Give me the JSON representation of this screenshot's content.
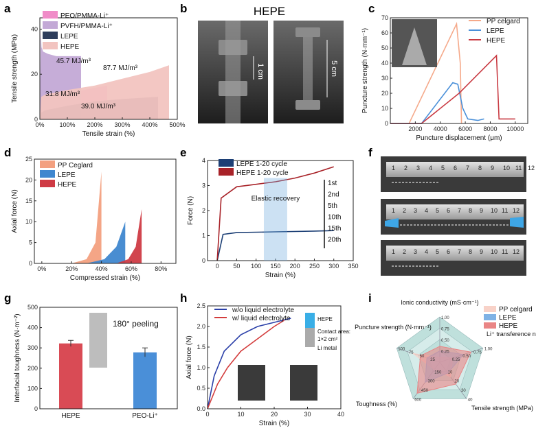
{
  "panels": {
    "a": "a",
    "b": "b",
    "c": "c",
    "d": "d",
    "e": "e",
    "f": "f",
    "g": "g",
    "h": "h",
    "i": "i"
  },
  "chart_data": [
    {
      "id": "a",
      "type": "area",
      "xlabel": "Tensile strain (%)",
      "ylabel": "Tensile strength (MPa)",
      "xlim": [
        0,
        500
      ],
      "ylim": [
        0,
        45
      ],
      "xticks": [
        "0%",
        "100%",
        "200%",
        "300%",
        "400%",
        "500%"
      ],
      "yticks": [
        "0",
        "20",
        "40"
      ],
      "series": [
        {
          "name": "PEO/PMMA-Li⁺",
          "color": "#f08cc8",
          "x": [
            0,
            5,
            15,
            60,
            120,
            200,
            245
          ],
          "y": [
            0,
            8,
            10,
            11,
            12,
            14,
            15
          ]
        },
        {
          "name": "PVFH/PMMA-Li⁺",
          "color": "#c3a9d6",
          "x": [
            0,
            3,
            6,
            12,
            30,
            60,
            100,
            150
          ],
          "y": [
            0,
            40,
            32,
            30,
            29,
            28,
            28,
            28
          ]
        },
        {
          "name": "LEPE",
          "color": "#2e3d5c",
          "x": [
            0,
            5,
            20,
            100,
            200,
            300,
            430
          ],
          "y": [
            0,
            3,
            4,
            6,
            8,
            9,
            10
          ]
        },
        {
          "name": "HEPE",
          "color": "#f2c4c0",
          "x": [
            0,
            5,
            20,
            100,
            200,
            300,
            400,
            470
          ],
          "y": [
            0,
            10,
            11,
            13,
            15,
            18,
            21,
            24
          ]
        }
      ],
      "annotations": [
        "45.7 MJ/m³",
        "87.7 MJ/m³",
        "31.8 MJ/m³",
        "39.0 MJ/m³"
      ]
    },
    {
      "id": "c",
      "type": "line",
      "xlabel": "Puncture displacement (μm)",
      "ylabel": "Puncture strength (N·mm⁻¹)",
      "xlim": [
        0,
        11000
      ],
      "ylim": [
        0,
        70
      ],
      "xticks": [
        "2000",
        "4000",
        "6000",
        "8000",
        "10000"
      ],
      "yticks": [
        "0",
        "10",
        "20",
        "30",
        "40",
        "50",
        "60",
        "70"
      ],
      "series": [
        {
          "name": "PP celgard",
          "color": "#f5a98a",
          "x": [
            0,
            1500,
            5300,
            5600,
            5700
          ],
          "y": [
            0,
            0,
            66,
            40,
            0
          ]
        },
        {
          "name": "LEPE",
          "color": "#4a90d9",
          "x": [
            0,
            2500,
            5000,
            5400,
            5800,
            6200,
            7000,
            7500
          ],
          "y": [
            0,
            0,
            27,
            26,
            10,
            3,
            2,
            3
          ]
        },
        {
          "name": "HEPE",
          "color": "#c93b43",
          "x": [
            0,
            2500,
            5500,
            8500,
            8700,
            9300,
            10000
          ],
          "y": [
            0,
            0,
            20,
            45,
            3,
            3,
            3
          ]
        }
      ]
    },
    {
      "id": "d",
      "type": "area",
      "xlabel": "Compressed strain (%)",
      "ylabel": "Axial force (N)",
      "xlim": [
        -5,
        90
      ],
      "ylim": [
        0,
        25
      ],
      "xticks": [
        "0%",
        "20%",
        "40%",
        "60%",
        "80%"
      ],
      "yticks": [
        "0",
        "5",
        "10",
        "15",
        "20",
        "25"
      ],
      "series": [
        {
          "name": "PP Ceglard",
          "color": "#f3a080",
          "x": [
            0,
            20,
            30,
            36,
            40
          ],
          "y": [
            0,
            0,
            1,
            5,
            22
          ]
        },
        {
          "name": "LEPE",
          "color": "#3f87cf",
          "x": [
            0,
            30,
            42,
            50,
            56
          ],
          "y": [
            0,
            0,
            1,
            4,
            10
          ]
        },
        {
          "name": "HEPE",
          "color": "#cf3b45",
          "x": [
            0,
            50,
            58,
            63,
            67
          ],
          "y": [
            0,
            0,
            1,
            4,
            13
          ]
        }
      ]
    },
    {
      "id": "e",
      "type": "line",
      "xlabel": "Strain (%)",
      "ylabel": "Force (N)",
      "xlim": [
        -25,
        350
      ],
      "ylim": [
        0,
        4
      ],
      "xticks": [
        "0",
        "50",
        "100",
        "150",
        "200",
        "250",
        "300",
        "350"
      ],
      "yticks": [
        "0",
        "1",
        "2",
        "3",
        "4"
      ],
      "series": [
        {
          "name": "LEPE 1-20 cycle",
          "color": "#1c3f75",
          "x": [
            0,
            15,
            50,
            150,
            250,
            300
          ],
          "y": [
            0,
            1.05,
            1.12,
            1.15,
            1.18,
            1.2
          ]
        },
        {
          "name": "HEPE 1-20 cycle",
          "color": "#a82228",
          "x": [
            0,
            10,
            50,
            100,
            150,
            200,
            250,
            300
          ],
          "y": [
            0,
            2.5,
            2.95,
            3.05,
            3.15,
            3.3,
            3.5,
            3.75
          ]
        }
      ],
      "annotations": [
        "Elastic recovery"
      ],
      "cycle_labels": [
        "1st",
        "2nd",
        "5th",
        "10th",
        "15th",
        "20th"
      ]
    },
    {
      "id": "g",
      "type": "bar",
      "ylabel": "Interfacial toughness (N·m⁻²)",
      "categories": [
        "HEPE",
        "PEO-Li⁺"
      ],
      "values": [
        322,
        278
      ],
      "errors": [
        15,
        22
      ],
      "colors": [
        "#d94b55",
        "#4a8fd8"
      ],
      "ylim": [
        0,
        500
      ],
      "yticks": [
        "0",
        "100",
        "200",
        "300",
        "400",
        "500"
      ],
      "annotations": [
        "180° peeling"
      ]
    },
    {
      "id": "h",
      "type": "line",
      "xlabel": "Strain (%)",
      "ylabel": "Axial force (N)",
      "xlim": [
        0,
        40
      ],
      "ylim": [
        0,
        2.5
      ],
      "xticks": [
        "0",
        "10",
        "20",
        "30",
        "40"
      ],
      "yticks": [
        "0.0",
        "0.5",
        "1.0",
        "1.5",
        "2.0",
        "2.5"
      ],
      "series": [
        {
          "name": "w/o liquid electrolyte",
          "color": "#2a3fa8",
          "x": [
            0,
            2,
            5,
            10,
            15,
            20,
            25
          ],
          "y": [
            0,
            0.8,
            1.4,
            1.8,
            2.0,
            2.1,
            2.2
          ]
        },
        {
          "name": "w/ liquid electrolyte",
          "color": "#d33c3c",
          "x": [
            0,
            3,
            6,
            10,
            15,
            20,
            23
          ],
          "y": [
            0,
            0.6,
            1.0,
            1.4,
            1.7,
            2.0,
            2.15
          ]
        }
      ],
      "annotations": [
        "HEPE",
        "Contact area:",
        "1×2 cm²",
        "Li metal"
      ]
    },
    {
      "id": "i",
      "type": "radar",
      "axes": [
        "Ionic conductivity (mS·cm⁻¹)",
        "Li⁺ transference number",
        "Tensile strength (MPa)",
        "Toughness (%)",
        "Puncture strength (N·mm⁻¹)"
      ],
      "axis_ticks": [
        [
          "0.25",
          "0.50",
          "0.75",
          "1.00"
        ],
        [
          "0.25",
          "0.50",
          "0.75",
          "1.00"
        ],
        [
          "10",
          "20",
          "30",
          "40"
        ],
        [
          "150",
          "300",
          "450",
          "600"
        ],
        [
          "25",
          "50",
          "75",
          "100"
        ]
      ],
      "series": [
        {
          "name": "PP celgard",
          "color": "#f8d2c8",
          "values": [
            0.1,
            0.3,
            0.4,
            0.2,
            0.62
          ]
        },
        {
          "name": "LEPE",
          "color": "#7fb2e5",
          "values": [
            0.25,
            0.55,
            0.3,
            0.55,
            0.3
          ]
        },
        {
          "name": "HEPE",
          "color": "#e98585",
          "values": [
            0.35,
            0.72,
            0.6,
            0.85,
            0.45
          ]
        }
      ]
    }
  ],
  "photos": {
    "b_title": "HEPE",
    "b_left": "1 cm",
    "b_right": "5 cm",
    "f_ruler": [
      "1",
      "2",
      "3",
      "4",
      "5",
      "6",
      "7",
      "8",
      "9",
      "10",
      "11",
      "12"
    ]
  }
}
